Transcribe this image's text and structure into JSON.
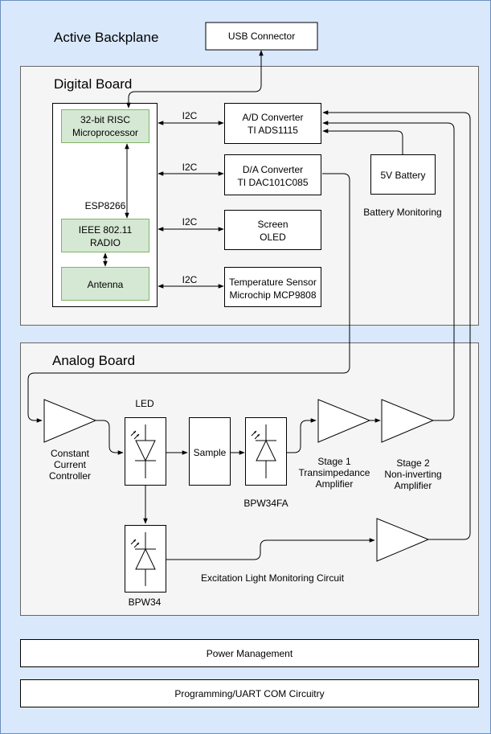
{
  "backplane": {
    "title": "Active Backplane"
  },
  "usb": {
    "label": "USB Connector"
  },
  "digital": {
    "title": "Digital Board",
    "mcu_line1": "32-bit RISC",
    "mcu_line2": "Microprocessor",
    "esp_label": "ESP8266",
    "radio_line1": "IEEE 802.11",
    "radio_line2": "RADIO",
    "antenna": "Antenna",
    "i2c": "I2C",
    "adc_line1": "A/D Converter",
    "adc_line2": "TI ADS1115",
    "dac_line1": "D/A Converter",
    "dac_line2": "TI DAC101C085",
    "screen_line1": "Screen",
    "screen_line2": "OLED",
    "temp_line1": "Temperature Sensor",
    "temp_line2": "Microchip MCP9808",
    "battery": "5V Battery",
    "battery_monitoring": "Battery  Monitoring"
  },
  "analog": {
    "title": "Analog Board",
    "ccc_line1": "Constant",
    "ccc_line2": "Current",
    "ccc_line3": "Controller",
    "led_label": "LED",
    "sample": "Sample",
    "bpw34fa": "BPW34FA",
    "stage1_line1": "Stage 1",
    "stage1_line2": "Transimpedance",
    "stage1_line3": "Amplifier",
    "stage2_line1": "Stage 2",
    "stage2_line2": "Non-inverting",
    "stage2_line3": "Amplifier",
    "bpw34": "BPW34",
    "excitation": "Excitation Light Monitoring Circuit"
  },
  "power": {
    "label": "Power Management"
  },
  "programming": {
    "label": "Programming/UART COM Circuitry"
  },
  "colors": {
    "backplane": "#dae8fc",
    "backplane_border": "#6c8ebf",
    "panel": "#f5f5f5",
    "green_box": "#d5e8d4",
    "green_border": "#82b366"
  }
}
